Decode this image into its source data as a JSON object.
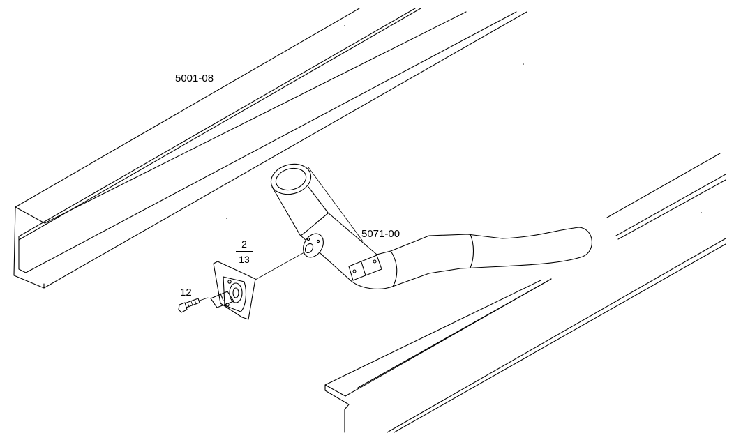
{
  "callouts": {
    "frame_rail": "5001-08",
    "exhaust_pipe": "5071-00",
    "bracket_top": "2",
    "bracket_bottom": "13",
    "bolt": "12"
  }
}
